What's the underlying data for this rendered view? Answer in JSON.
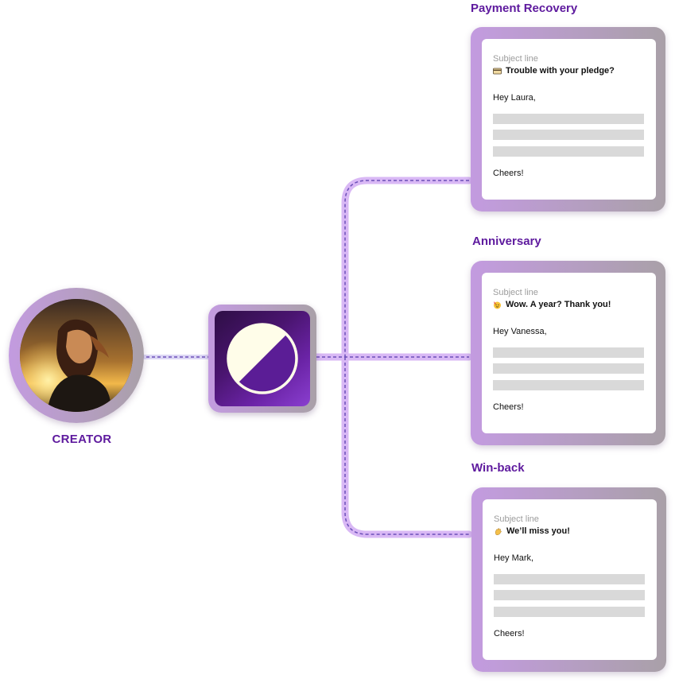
{
  "creator": {
    "label": "CREATOR",
    "avatar_icon": "person-photo"
  },
  "app": {
    "icon": "half-circle-logo-icon"
  },
  "emails": [
    {
      "title": "Payment Recovery",
      "subject_label": "Subject line",
      "subject_icon": "credit-card-icon",
      "subject": "Trouble with your pledge?",
      "greeting": "Hey Laura,",
      "signoff": "Cheers!"
    },
    {
      "title": "Anniversary",
      "subject_label": "Subject line",
      "subject_icon": "party-face-icon",
      "subject": "Wow. A year? Thank you!",
      "greeting": "Hey Vanessa,",
      "signoff": "Cheers!"
    },
    {
      "title": "Win-back",
      "subject_label": "Subject line",
      "subject_icon": "waving-hand-icon",
      "subject": "We’ll miss you!",
      "greeting": "Hey Mark,",
      "signoff": "Cheers!"
    }
  ],
  "colors": {
    "accent": "#5e1a9e",
    "connector": "#d9b8f5",
    "connector_dash": "#6b4fb8",
    "frame_start": "#c39be0",
    "frame_end": "#a9a0a8",
    "placeholder": "#d9d9d9"
  }
}
